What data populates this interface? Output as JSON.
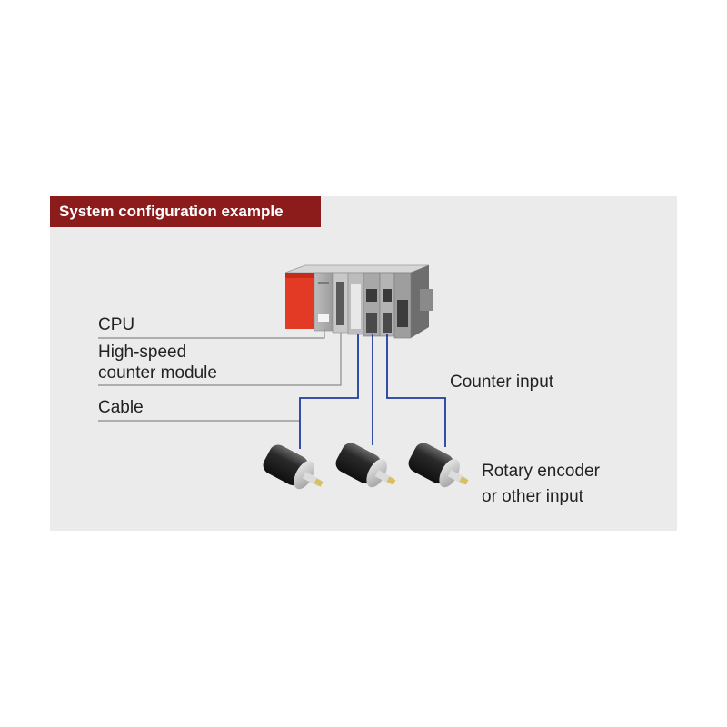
{
  "title": "System configuration example",
  "labels": {
    "cpu": "CPU",
    "hs_line1": "High-speed",
    "hs_line2": "counter module",
    "cable": "Cable",
    "counter_input": "Counter input",
    "rotary_line1": "Rotary encoder",
    "rotary_line2": "or other input"
  },
  "colors": {
    "title_bg": "#8c1c1c",
    "panel_bg": "#ebebeb",
    "cpu_red": "#e33a25",
    "cable_blue": "#1f3d9e",
    "leader_gray": "#8a8a8a"
  },
  "icons": [
    "plc-rack-icon",
    "rotary-encoder-icon"
  ]
}
